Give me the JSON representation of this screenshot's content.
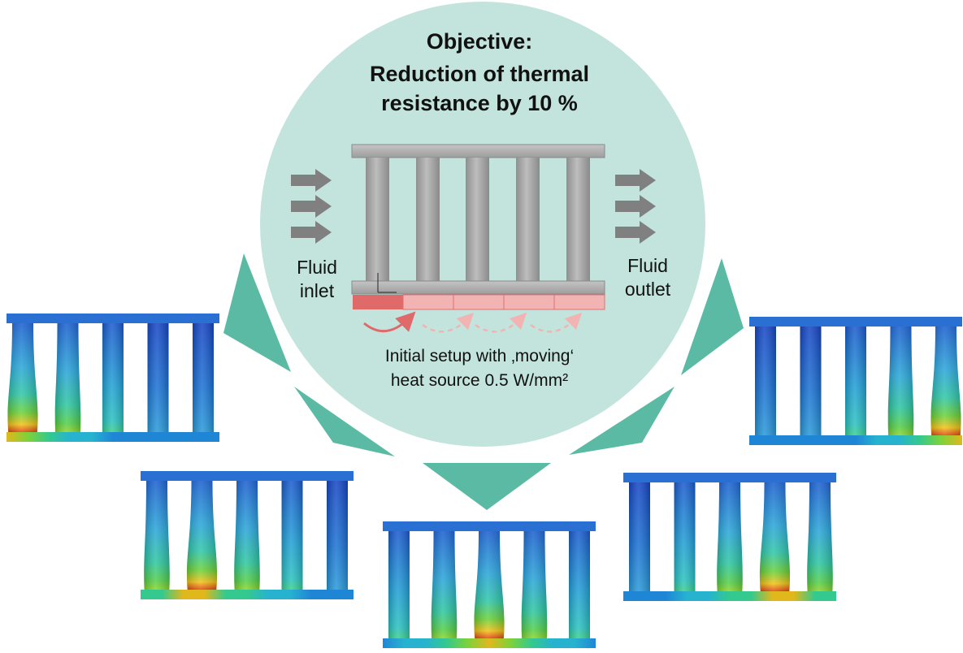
{
  "objective": {
    "heading": "Objective:",
    "line1": "Reduction of thermal",
    "line2": "resistance by 10 %"
  },
  "labels": {
    "inlet_line1": "Fluid",
    "inlet_line2": "inlet",
    "outlet_line1": "Fluid",
    "outlet_line2": "outlet",
    "caption_line1": "Initial setup with ‚moving‘",
    "caption_line2": "heat source 0.5 W/mm²"
  },
  "colors": {
    "circle_fill": "#c3e4dc",
    "triangle_fill": "#5bbaa4",
    "fin_gray": "#a9a9a9",
    "heat_source_active": "#e06a6a",
    "heat_source_inactive": "#f2b3b3",
    "flow_arrow": "#808080"
  },
  "variants": [
    {
      "id": "left-top",
      "hot_pin": 1
    },
    {
      "id": "left-bottom",
      "hot_pin": 2
    },
    {
      "id": "center-bottom",
      "hot_pin": 3
    },
    {
      "id": "right-bottom",
      "hot_pin": 4
    },
    {
      "id": "right-top",
      "hot_pin": 5
    }
  ]
}
